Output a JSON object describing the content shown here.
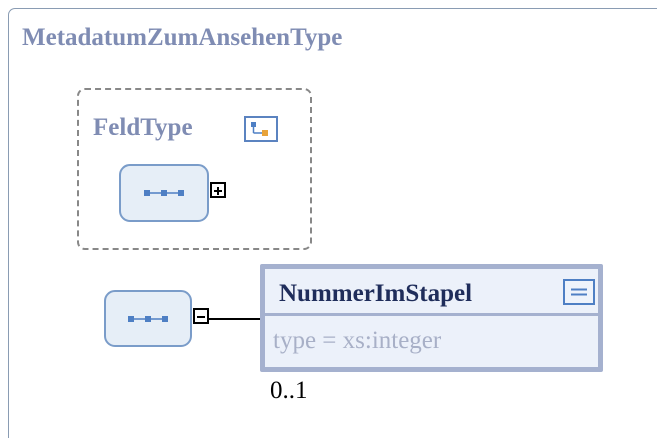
{
  "diagram": {
    "complex_type": {
      "name": "MetadatumZumAnsehenType"
    },
    "group": {
      "name": "FeldType",
      "icon": "complex-type-icon"
    },
    "sequences": [
      {
        "icon": "sequence-icon",
        "toggle": "expand-plus-icon"
      },
      {
        "icon": "sequence-icon",
        "toggle": "collapse-minus-icon"
      }
    ],
    "element": {
      "name": "NummerImStapel",
      "type_line": "type  =  xs:integer",
      "icon": "simple-type-icon",
      "cardinality": "0..1"
    },
    "colors": {
      "title_text": "#7f8cb3",
      "element_border": "#a5b1cf",
      "element_fill": "#ecf1fa",
      "sequence_fill": "#e6eef7",
      "sequence_border": "#7a9cc9",
      "icon_blue": "#4e7fc4",
      "icon_orange": "#e8a33a"
    }
  }
}
